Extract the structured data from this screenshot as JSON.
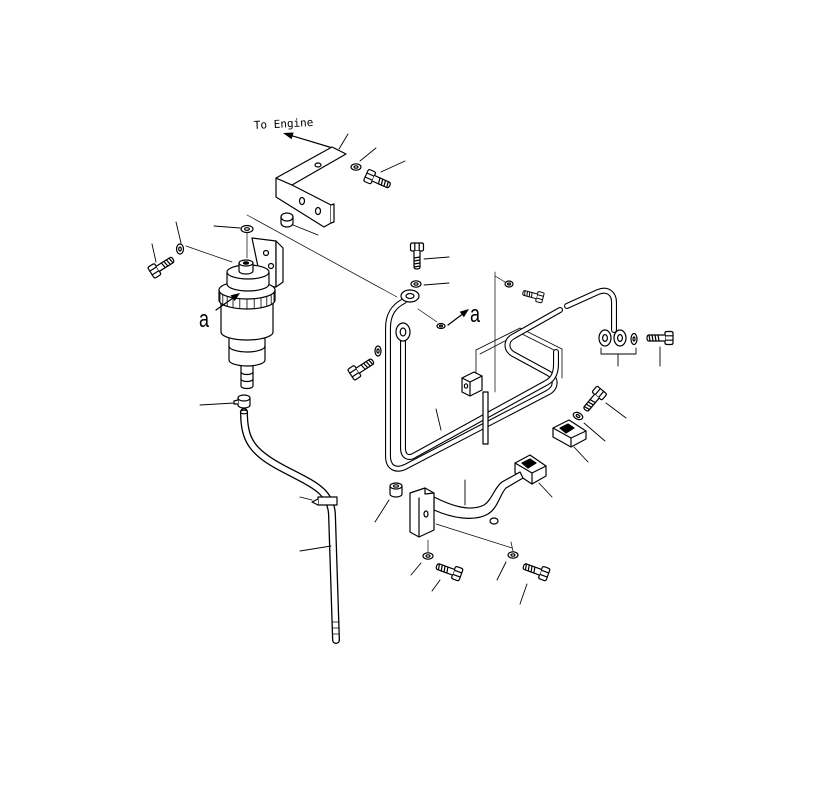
{
  "labels": {
    "to_engine": "To Engine",
    "view_a_left": "a",
    "view_a_right": "a"
  },
  "colors": {
    "line": "#000000",
    "background": "#ffffff"
  }
}
